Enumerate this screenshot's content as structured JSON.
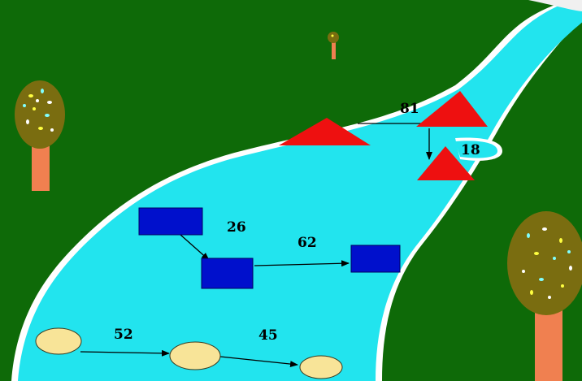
{
  "colors": {
    "grass": "#0e6a08",
    "river": "#22e4ee",
    "river_edge": "#ffffff",
    "tree_crown": "#7a6d10",
    "tree_trunk": "#f08050",
    "triangle": "#ee1010",
    "rectangle": "#0010cc",
    "ellipse": "#f8e498",
    "arrow": "#000000"
  },
  "edge_weights": {
    "triangle_top": "81",
    "triangle_bottom": "18",
    "rect_diag": "26",
    "rect_horizontal": "62",
    "ellipse_left": "52",
    "ellipse_right": "45"
  }
}
